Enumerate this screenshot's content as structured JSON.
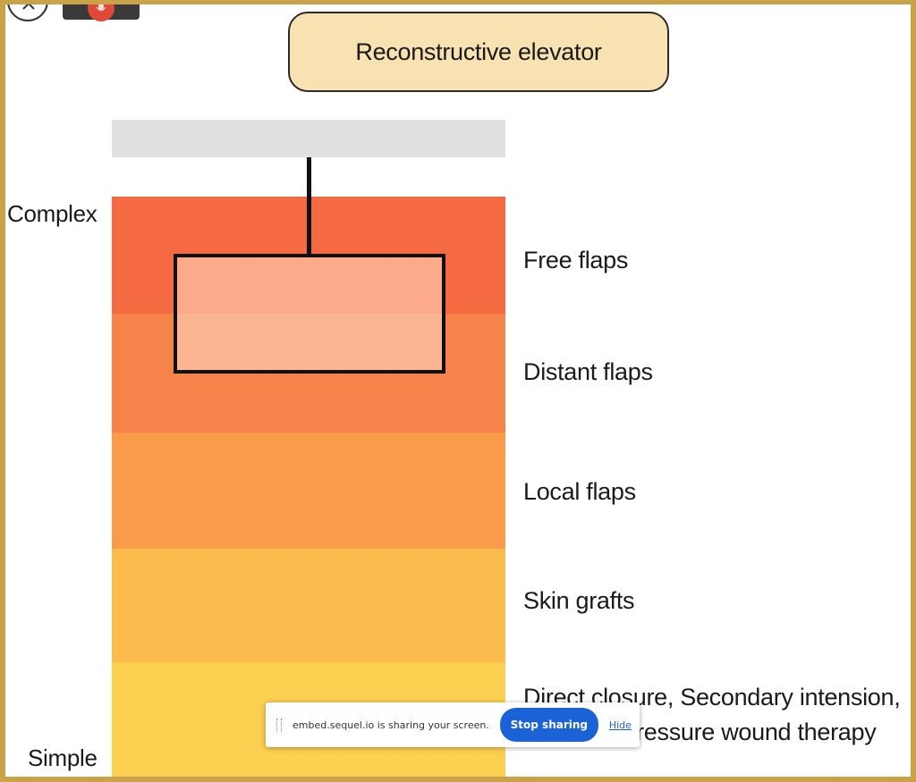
{
  "title": "Reconstructive elevator",
  "scale_labels": {
    "top": "Complex",
    "bottom": "Simple"
  },
  "levels": [
    {
      "label": "Free flaps",
      "color": "#f56a43"
    },
    {
      "label": "Distant flaps",
      "color": "#f6844a"
    },
    {
      "label": "Local flaps",
      "color": "#f99b4b"
    },
    {
      "label": "Skin grafts",
      "color": "#fbbb4d"
    },
    {
      "label_line1": "Direct closure, Secondary intension,",
      "label_line2": "Negative pressure wound therapy",
      "color": "#fbcf50"
    }
  ],
  "elevator": {
    "car_top_color": "#fbaa8a",
    "car_bottom_color": "#fbb691",
    "frame_color": "#111111"
  },
  "share_bar": {
    "message": "embed.sequel.io is sharing your screen.",
    "stop_label": "Stop sharing",
    "hide_label": "Hide"
  },
  "colors": {
    "title_fill": "#f9e2b1",
    "top_bar": "#e0e0e0",
    "frame": "#c9a24a",
    "button": "#1a62d6"
  }
}
